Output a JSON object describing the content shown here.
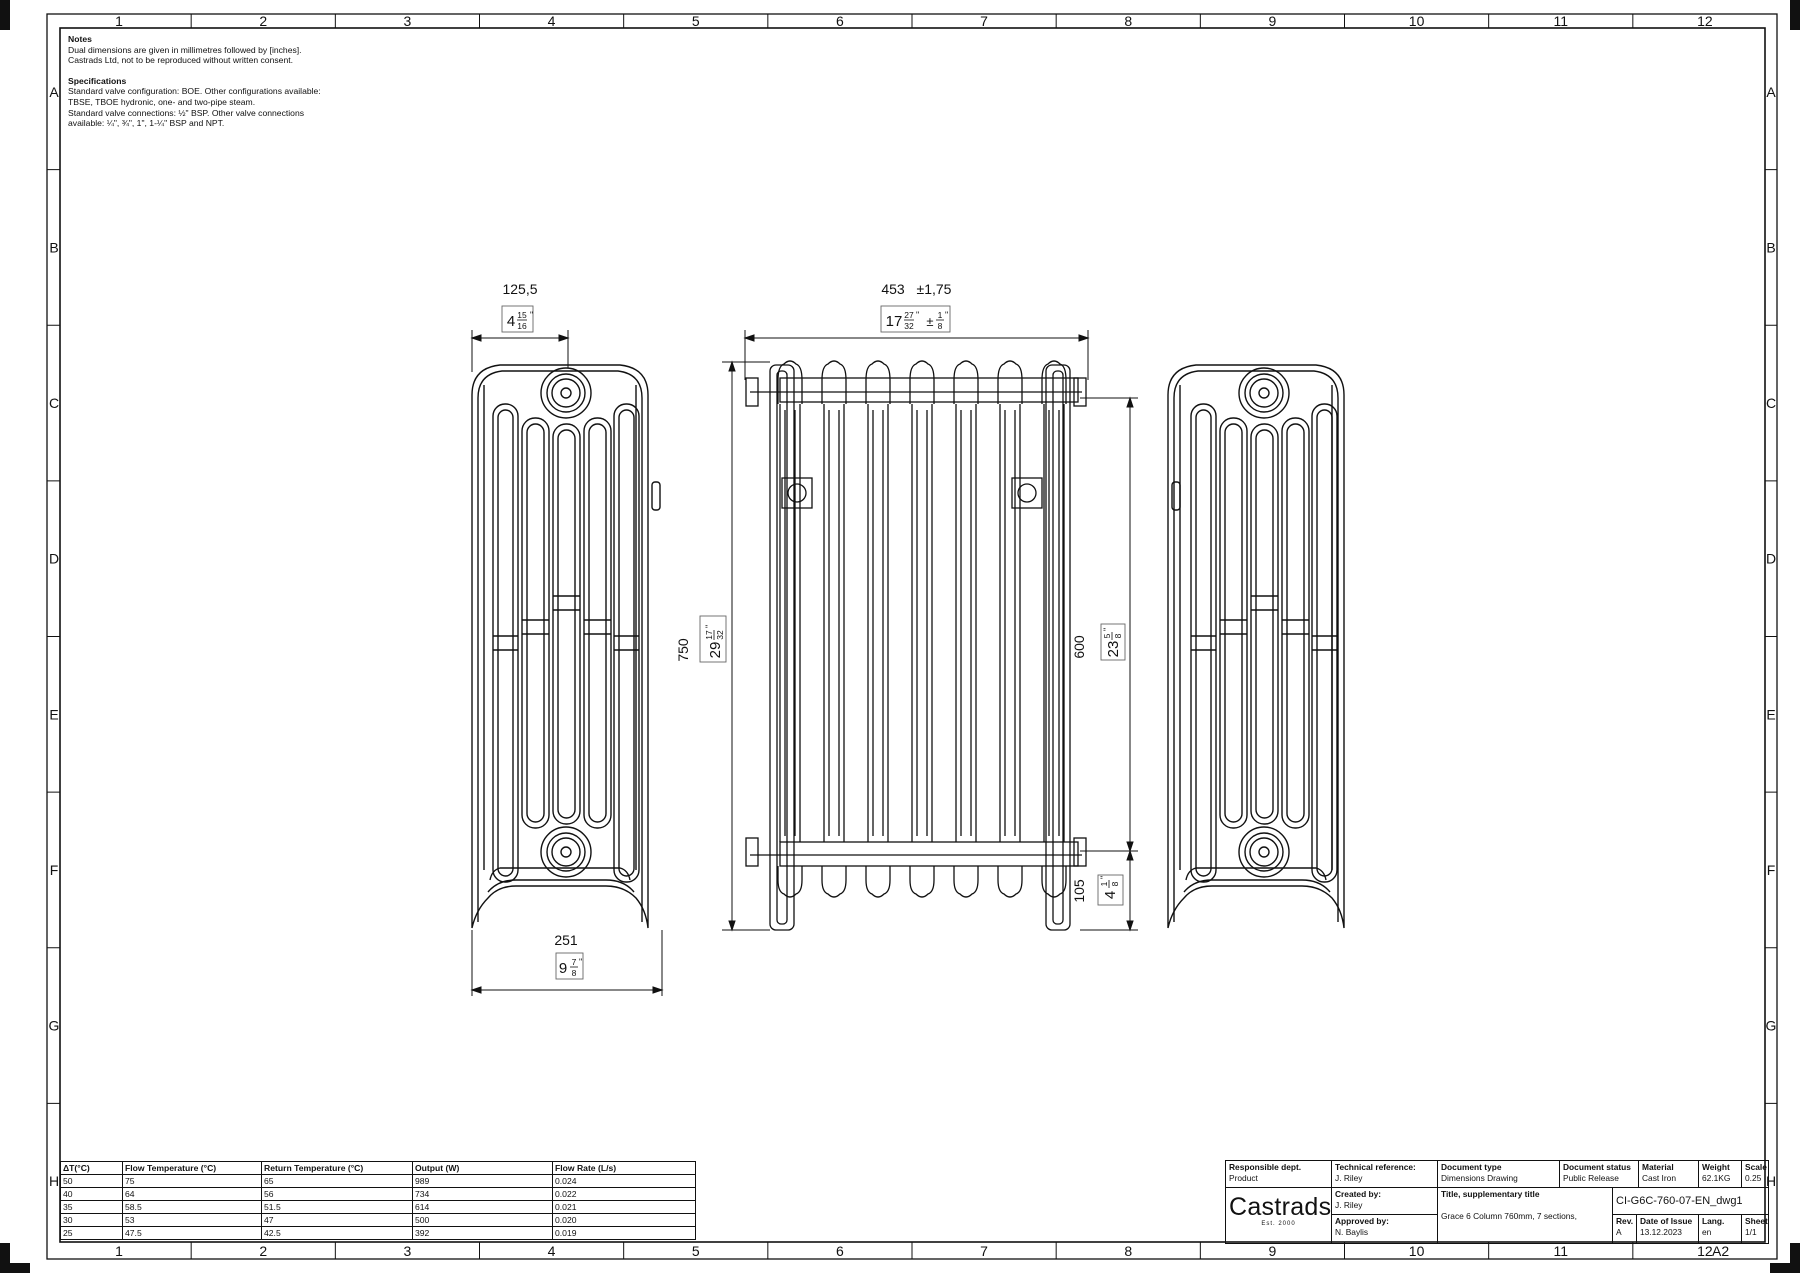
{
  "grid": {
    "columns": [
      "1",
      "2",
      "3",
      "4",
      "5",
      "6",
      "7",
      "8",
      "9",
      "10",
      "11",
      "12"
    ],
    "rows": [
      "A",
      "B",
      "C",
      "D",
      "E",
      "F",
      "G",
      "H"
    ]
  },
  "notes": {
    "heading": "Notes",
    "lines": [
      "Dual dimensions are given in millimetres followed by [inches].",
      "Castrads Ltd, not to be reproduced without written consent."
    ],
    "spec_heading": "Specifications",
    "spec_lines": [
      "Standard valve configuration: BOE. Other configurations available:",
      "TBSE, TBOE hydronic, one- and two-pipe steam.",
      "Standard valve connections: ½\" BSP. Other valve connections",
      "available: ¼\", ¾\", 1\", 1-¼\" BSP and NPT."
    ]
  },
  "dimensions": {
    "depth_top_mm": "125,5",
    "depth_top_in": {
      "whole": "4",
      "num": "15",
      "den": "16"
    },
    "width_mm": "453",
    "width_tol_mm": "±1,75",
    "width_in": {
      "whole": "17",
      "num": "27",
      "den": "32"
    },
    "width_tol_in": {
      "sign": "±",
      "num": "1",
      "den": "8"
    },
    "height_mm": "750",
    "height_in": {
      "whole": "29",
      "num": "17",
      "den": "32"
    },
    "centres_mm": "600",
    "centres_in": {
      "whole": "23",
      "num": "5",
      "den": "8"
    },
    "floor_mm": "105",
    "floor_in": {
      "whole": "4",
      "num": "1",
      "den": "8"
    },
    "foot_mm": "251",
    "foot_in": {
      "whole": "9",
      "num": "7",
      "den": "8"
    }
  },
  "performance_table": {
    "headers": [
      "ΔT(°C)",
      "Flow Temperature (°C)",
      "Return Temperature (°C)",
      "Output (W)",
      "Flow Rate (L/s)"
    ],
    "rows": [
      [
        "50",
        "75",
        "65",
        "989",
        "0.024"
      ],
      [
        "40",
        "64",
        "56",
        "734",
        "0.022"
      ],
      [
        "35",
        "58.5",
        "51.5",
        "614",
        "0.021"
      ],
      [
        "30",
        "53",
        "47",
        "500",
        "0.020"
      ],
      [
        "25",
        "47.5",
        "42.5",
        "392",
        "0.019"
      ]
    ]
  },
  "title_block": {
    "responsible_dept_label": "Responsible dept.",
    "responsible_dept": "Product",
    "technical_reference_label": "Technical reference:",
    "technical_reference": "J. Riley",
    "document_type_label": "Document type",
    "document_type": "Dimensions Drawing",
    "document_status_label": "Document status",
    "document_status": "Public Release",
    "material_label": "Material",
    "material": "Cast Iron",
    "weight_label": "Weight",
    "weight": "62.1KG",
    "scale_label": "Scale",
    "scale": "0.25",
    "created_by_label": "Created by:",
    "created_by": "J. Riley",
    "approved_by_label": "Approved by:",
    "approved_by": "N. Baylis",
    "title_label": "Title, supplementary title",
    "title": "Grace 6 Column 760mm, 7 sections,",
    "drawing_number": "CI-G6C-760-07-EN_dwg1",
    "rev_label": "Rev.",
    "rev": "A",
    "date_label": "Date of Issue",
    "date": "13.12.2023",
    "lang_label": "Lang.",
    "lang": "en",
    "sheet_label": "Sheet",
    "sheet": "1/1",
    "logo": "Castrads",
    "logo_sub": "Est. 2000",
    "paper_size": "A2"
  }
}
